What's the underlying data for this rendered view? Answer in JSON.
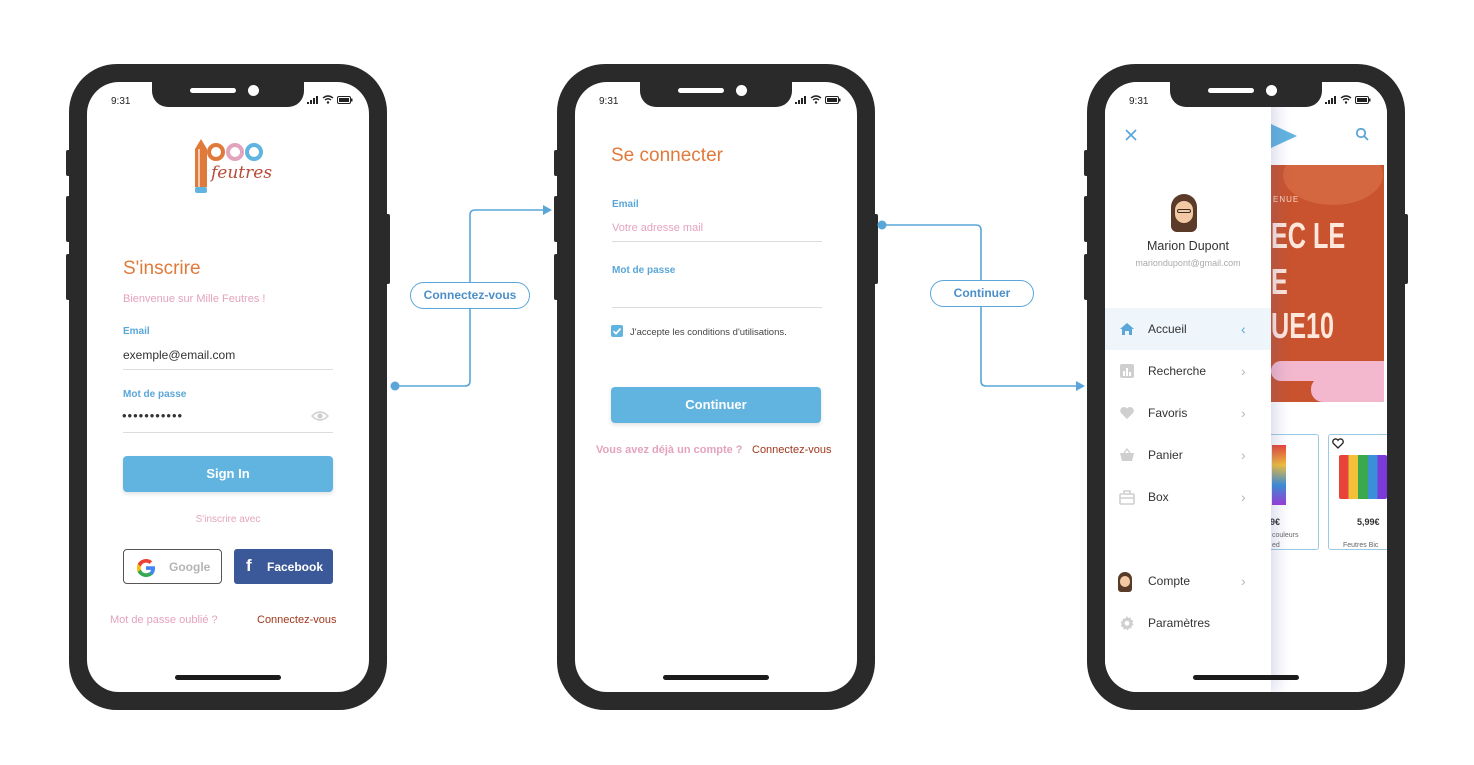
{
  "status_time": "9:31",
  "screen1": {
    "logo_numbers": "000",
    "logo_word": "feutres",
    "title": "S'inscrire",
    "welcome": "Bienvenue sur Mille Feutres !",
    "email_label": "Email",
    "email_value": "exemple@email.com",
    "password_label": "Mot de passe",
    "password_mask": "•••••••••••",
    "signin_button": "Sign In",
    "signup_with": "S'inscrire avec",
    "google_button": "Google",
    "facebook_button": "Facebook",
    "forgot_link": "Mot de passe oublié ?",
    "connect_link": "Connectez-vous"
  },
  "flow1_label": "Connectez-vous",
  "screen2": {
    "title": "Se connecter",
    "email_label": "Email",
    "email_placeholder": "Votre adresse mail",
    "password_label": "Mot de passe",
    "terms_text": "J'accepte les conditions d'utilisations.",
    "terms_checked": true,
    "continue_button": "Continuer",
    "have_account": "Vous avez déjà un compte ?",
    "connect_link": "Connectez-vous"
  },
  "flow2_label": "Continuer",
  "screen3": {
    "user_name": "Marion Dupont",
    "user_email": "mariondupont@gmail.com",
    "menu": [
      {
        "label": "Accueil",
        "icon": "home-icon",
        "active": true
      },
      {
        "label": "Recherche",
        "icon": "chart-icon",
        "active": false
      },
      {
        "label": "Favoris",
        "icon": "heart-icon",
        "active": false
      },
      {
        "label": "Panier",
        "icon": "basket-icon",
        "active": false
      },
      {
        "label": "Box",
        "icon": "box-icon",
        "active": false
      }
    ],
    "account_label": "Compte",
    "settings_label": "Paramètres",
    "banner_lines": [
      "ENUE",
      "EC LE",
      "E",
      "UE10"
    ],
    "products": [
      {
        "price": "9€",
        "name_line1": "couleurs",
        "name_line2": "ed"
      },
      {
        "price": "5,99€",
        "name_line1": "Feutres Bic",
        "name_line2": ""
      }
    ]
  },
  "colors": {
    "accent_orange": "#e07a3b",
    "accent_blue": "#62b4e0",
    "accent_pink": "#e4a3bd",
    "facebook": "#3b5998",
    "link_dark_red": "#a0381c",
    "banner_orange": "#c8532e"
  }
}
